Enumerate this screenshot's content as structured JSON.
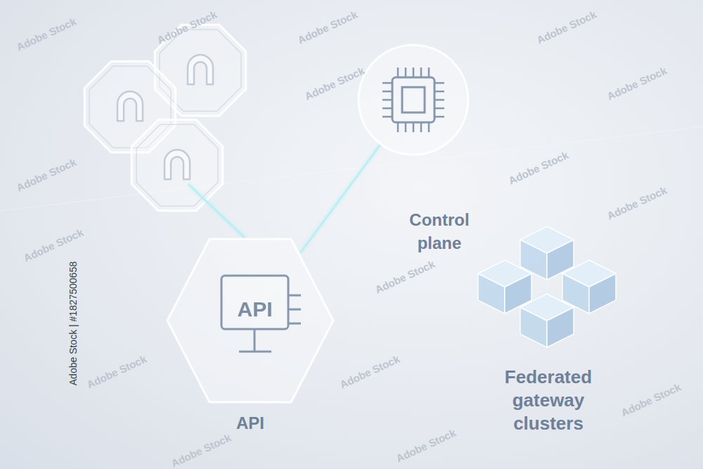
{
  "diagram": {
    "nodes": [
      {
        "text": [
          "Control plane"
        ]
      },
      {
        "text": [
          "API",
          "API"
        ]
      },
      {
        "text": [
          "Federated gateway clusters"
        ]
      }
    ],
    "edges": [
      {
        "from": 1,
        "to": 0,
        "arrow": "none"
      },
      {
        "from": 1,
        "to": 2,
        "arrow": "none"
      }
    ],
    "labels": [
      "Adobe Stock | #1827500658",
      "Adobe Stock",
      "Adobe Stock",
      "Adobe Stock",
      "Adobe Stock",
      "Adobe Stock",
      "Adobe Stock",
      "Adobe Stock",
      "Adobe Stock",
      "Adobe Stock",
      "Adobe Stock",
      "Adobe Stock",
      "Adobe Stock",
      "Adobe Stock",
      "Adobe Stock",
      "Adobe Stock",
      "Adobe Stock"
    ]
  }
}
